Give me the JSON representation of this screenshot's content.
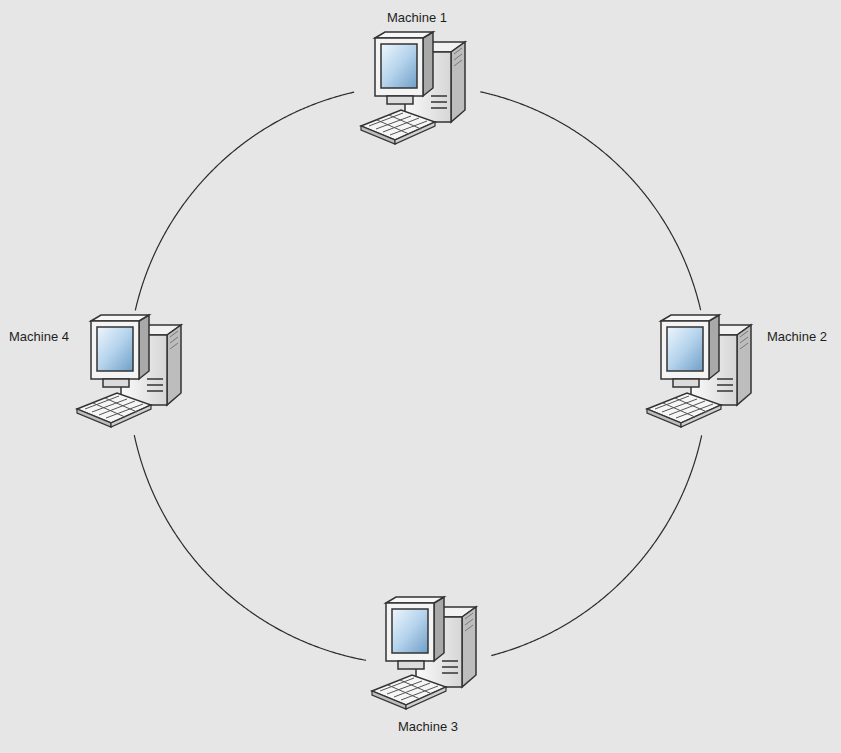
{
  "diagram": {
    "nodes": [
      {
        "text": [
          "Machine 1"
        ]
      },
      {
        "text": [
          "Machine 2"
        ]
      },
      {
        "text": [
          "Machine 3"
        ]
      },
      {
        "text": [
          "Machine 4"
        ]
      }
    ],
    "edges": [
      {
        "from": 0,
        "to": 1,
        "arrow": "none"
      },
      {
        "from": 1,
        "to": 2,
        "arrow": "none"
      },
      {
        "from": 2,
        "to": 3,
        "arrow": "none"
      },
      {
        "from": 3,
        "to": 0,
        "arrow": "none"
      }
    ]
  }
}
